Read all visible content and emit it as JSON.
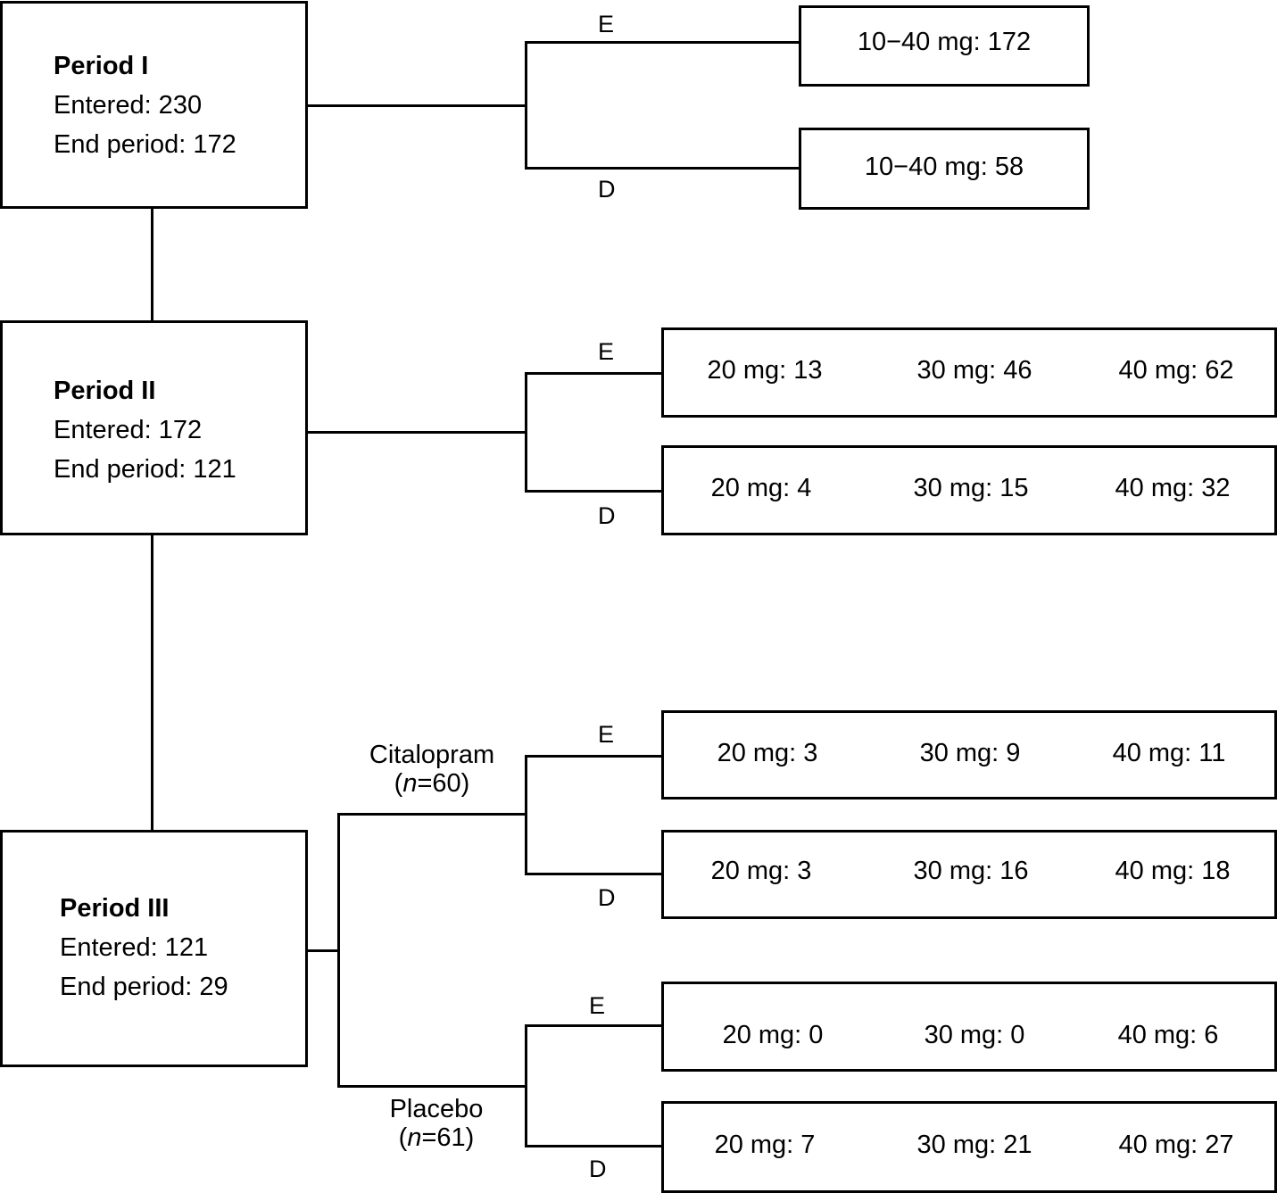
{
  "periods": [
    {
      "title": "Period I",
      "entered": "Entered: 230",
      "end": "End period: 172",
      "outcomes": {
        "E": [
          "10−40 mg: 172"
        ],
        "D": [
          "10−40 mg: 58"
        ]
      }
    },
    {
      "title": "Period II",
      "entered": "Entered: 172",
      "end": "End period: 121",
      "outcomes": {
        "E": [
          "20 mg: 13",
          "30 mg: 46",
          "40 mg: 62"
        ],
        "D": [
          "20 mg: 4",
          "30 mg: 15",
          "40 mg: 32"
        ]
      }
    },
    {
      "title": "Period III",
      "entered": "Entered: 121",
      "end": "End period: 29",
      "arms": [
        {
          "name": "Citalopram",
          "n_prefix": "(",
          "n_var": "n",
          "n_value": "=60)",
          "E": [
            "20 mg: 3",
            "30 mg: 9",
            "40 mg: 11"
          ],
          "D": [
            "20 mg: 3",
            "30 mg: 16",
            "40 mg: 18"
          ]
        },
        {
          "name": "Placebo",
          "n_prefix": "(",
          "n_var": "n",
          "n_value": "=61)",
          "E": [
            "20 mg: 0",
            "30 mg: 0",
            "40 mg: 6"
          ],
          "D": [
            "20 mg: 7",
            "30 mg: 21",
            "40 mg: 27"
          ]
        }
      ]
    }
  ],
  "branch_labels": {
    "E": "E",
    "D": "D"
  }
}
